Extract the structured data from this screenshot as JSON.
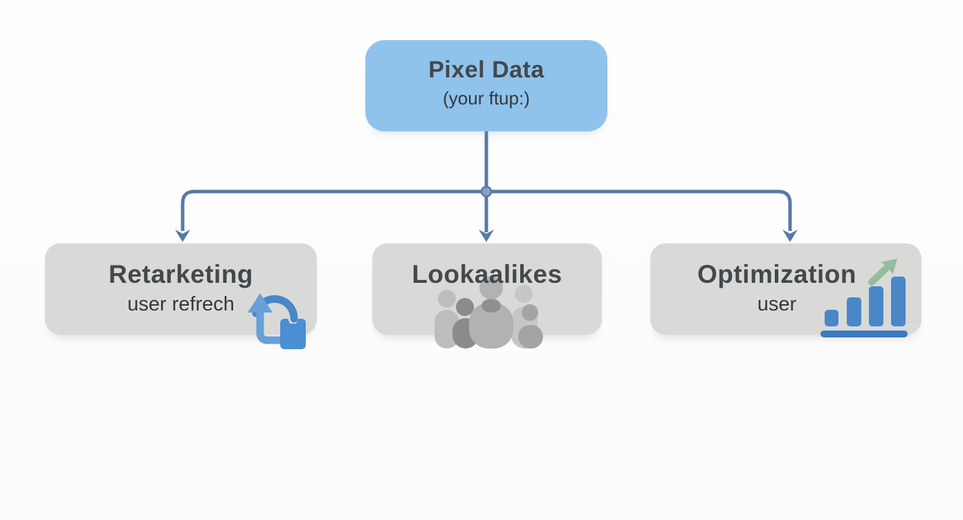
{
  "colors": {
    "root_box_fill": "#90c3ec",
    "child_box_fill": "#d9dad8",
    "connector": "#5879a6",
    "junction_fill": "#87a2c0",
    "title_color": "#43484d",
    "subtitle_color": "#33383c",
    "icon_blue": "#4a87c8",
    "icon_blue_light": "#68a0d8",
    "icon_blue_strong": "#4a8ed4",
    "icon_blue_dark": "#3d7ac2",
    "icon_green": "#93bd9d",
    "people_gray_back_left": "#bdbdbd",
    "people_gray_dark": "#8b8b8b",
    "people_gray_back_right": "#c6c6c6",
    "people_gray_mid_right": "#a4a4a4",
    "people_gray_front": "#b2b2b2",
    "people_gray_collar": "#8f8f8f"
  },
  "diagram": {
    "root": {
      "title": "Pixel Data",
      "subtitle": "(your ftup:)"
    },
    "children": [
      {
        "title": "Retarketing",
        "subtitle": "user refrech",
        "icon": "retargeting-refresh-bag-icon"
      },
      {
        "title": "Lookaalikes",
        "subtitle": "",
        "icon": "lookalike-audience-people-icon"
      },
      {
        "title": "Optimization",
        "subtitle": "user",
        "icon": "optimization-bar-chart-icon"
      }
    ]
  }
}
